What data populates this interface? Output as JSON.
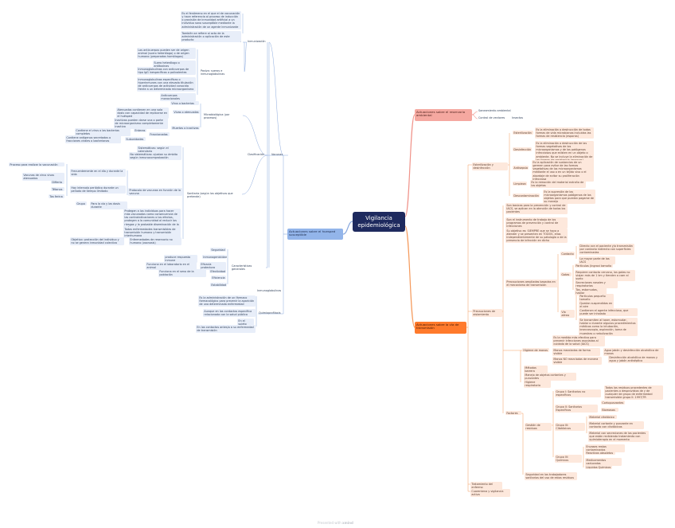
{
  "root": "Vigilancia epidemiológica",
  "susceptible": {
    "title": "Actuaciones sobre el huesped susceptible",
    "vacunas": "Vacunas",
    "inmunoglobulinas": "Inmunoglobulinas",
    "quimioprofilaxis": "Quimioprofilaxis",
    "inmunizacion": "Inmunización",
    "activa_vacunacion": "Activa: vacunación",
    "vacunacion_def": "Es el fenómeno en el que el de vacunación y hace referencia al proceso de inducción o provisión de inmunidad artificial a un individuo sano susceptible mediante la administración de un agente inmunizante",
    "vacunacion_def2": "También se refiere al acto de la administración o aplicación de este producto",
    "pasiva": "Pasiva: sueros e inmunoglobulinas",
    "pasiva_items": [
      "Los anticuerpos pueden ser de origen animal (suero heterólogo) o de origen humano (preparados homólogos)",
      "Suero heterólogo o antitoxinas",
      "Inmunoglobulinas con anticuerpos de tipo IgG inespecíficas o polivalentes",
      "Inmunoglobulinas específicas o hiperinmunes con una elevada titulación de anticuerpos de actividad conocida frente a un determinado microorganismo",
      "Anticuerpos monoclonales"
    ],
    "clasificacion": "Clasificación",
    "microbiologica": "Microbiológica (por procesos)",
    "virus_bacterias": "Virus o bacterias",
    "vivas": "Vivas o atenuadas",
    "vivas_desc": "Atenuados contienen en una sola dosis con capacidad de replicarse en el huésped",
    "muertas": "Muertas o inactivas",
    "muertas_desc": "Inactivas pueden darse una o parte de microorganismo completamente inactivo",
    "enteras": "Enteras",
    "enteras_desc": "Contiene el virus o las bacterias completas",
    "fraccionadas": "Fraccionadas",
    "subunidades": "Subunidades",
    "subunidades_desc": "Contiene antígenos secretados o fracciones virales o bacterianas",
    "sanitaria": "Sanitaria (según los objetivos que pretende)",
    "sistematicas": "Sistemáticas: según el calendario",
    "no_sistematicas": "No sistemáticas: ajustan su ámbito según inmunocomprobación",
    "protocolo_vacuna": "Protocolo de vacunas en función de la vacuna",
    "prot_items": [
      "Proceso para realizar la vacunación",
      "Hay que mezclar la vía de administración",
      "Vacunas de virus vivos atenuados",
      "Difteria",
      "Tétanos",
      "Tos ferina"
    ],
    "frecuencia_dias": "Frecuentemente en el día y durante la vida",
    "intervalo": "Hay intervalo periódico durante un periodo de tiempo limitado",
    "grupo": "Grupo",
    "grupo_desc": "Para la vía y las dosis durante",
    "proteger": "Protegen a los individuos para hacer más vacunados como consecuencia de las contraindicaciones o los efectos, protegen a la comunidad al reducir los riesgos y la probable diseminación de la enfermedad",
    "enfermedades_transmisibles": "Todas enfermedades transmisibles de transmisión humano y transmisión interhumana",
    "enfermedades_reservorio": "Enfermedades de reservorio no humano (zoonosis)",
    "objetivo_prot": "Objetivo: protección del individuo y no se genera inmunidad colectiva",
    "caracteristicas": "Características generales",
    "car_items": [
      "Seguridad",
      "Inmunogenicidad",
      "Eficacia protectora",
      "Efectividad",
      "Eficiencia",
      "Estabilidad"
    ],
    "car_desc": [
      "produce respuesta inmune",
      "Funciona en el laboratorio en el animal",
      "Funciona en el seno de la población"
    ],
    "quimio_items": [
      "Es la administración de un fármaco farmacológico para prevenir la aparición de una determinada enfermedad",
      "Aunque en los contactos específica relacionada con la salud pública",
      "En el sujeto",
      "En los contactos antes/o a su enfermedad de transmisión"
    ]
  },
  "reservorio": {
    "title": "Actuaciones sobre el reservorio ambiental",
    "items": [
      "Saneamiento ambiental",
      "Control de vectores",
      "Insectos"
    ]
  },
  "transmision": {
    "title": "Actuaciones sobre la vía de transmisión",
    "esterilizacion": "Esterilización y desinfección",
    "esteril_items": [
      {
        "label": "Esterilización",
        "desc": "Es la eliminación o destrucción de todas formas de vida microbianas incluidas las formas de resistencia (esporas)"
      },
      {
        "label": "Desinfección",
        "desc": "Es la eliminación o destrucción de las formas vegetativas de los microorganismos y de los patógenos infecciosos que existen en un objeto o ambiente. No se incluye la eliminación de las formas de resistencia (esporas)"
      },
      {
        "label": "Antisepsia",
        "desc": "Es la aplicación de sustancias de un germen para evitar de las formas vegetativas de los microorganismos mediante el uso o en un tejido vivo o el abordaje de evitar su proliferación infecciosa"
      },
      {
        "label": "Limpieza",
        "desc": "Es la remoción del material extraño de los objetos"
      },
      {
        "label": "Descontaminación",
        "desc": "Es la supresión de los microorganismos patógenos de los objetos para que puedan pagarse de su manejo"
      }
    ],
    "estandar_items": [
      "Son basicas para la prevención y control de IACS, se aplican en la atención de todos los pacientes",
      "Son el instrumento de trabajo de los programas de prevención y control de infecciones",
      "Su objetivo es: SIEMPRE que se haya a atender y se presenten en TODOS, ellos independientemente de su patología o de la presencia de infección en dicho"
    ],
    "aislamiento": "Precauciones de aislamiento",
    "precauciones_basadas": "Precauciones ampliadas basadas en el mecanismo de transmisión",
    "contacto": "Contacto",
    "contacto_items": [
      "Directo con el paciente y/o transmisión por contacto indirecto con superficies contaminadas",
      "La mayor parte de las IACS"
    ],
    "gotas": "Gotas",
    "gotas_items": [
      "Partículas (Ingravi tamaño",
      "Requiere contacto cercano, los gotas no viajan más de 1 km y tienden a caer al suelo",
      "Secreciones nasales y respiratorias",
      "Tos, estornudos, hablar"
    ],
    "aerea": "Vía aérea",
    "aerea_items": [
      "Partículas pequeño tamaño",
      "Quedan suspendidas en el aire",
      "Contienen el agente infeccioso, que puede ser inhalado",
      "Se transmiten al toser, estornudar, hablar o durante algunos procedimientos médicos como la intubación, broncoscopia, aspiración, toma de muestras o nebulización"
    ],
    "estandar": "Precauciones estándar",
    "higiene_manos": "Higiene de manos",
    "higiene_items": [
      "Es la medida más efectiva para prevenir infecciones asociadas al cuidado de la salud (IACS)",
      "Manos mezcladas de forma visible",
      "Manos NO mezcladas de manera visible"
    ],
    "higiene_desc": [
      "Agua jabón y desinfección alcohólica de manos",
      "Desinfección alcohólica de manos y agua y jabón antiséptico"
    ],
    "otros": [
      "Métodos barrera",
      "Manejo de objetos cortantes y punzantes",
      "Higiene respiratoria"
    ],
    "factores": "Factores",
    "gestion": "Gestión de residuos",
    "grupos": [
      {
        "label": "Grupo I: Sanitarios no específicos",
        "desc": "Todos los residuos procedentes de pacientes o desprovistos de y de cualquier de grupo de enfermedad transmisible grupo II: 1997/TR"
      },
      {
        "label": "Grupo II: Sanitarios Específicos",
        "desc": "Cortopunzantes, Biomasas"
      },
      {
        "label": "Grupo III: Citotóxicos",
        "desc": "Material citotóxico"
      },
      {
        "label": "Grupo IV: Químicos",
        "desc": "Restos medicamentos"
      }
    ],
    "grupo2_items": [
      "Cortopunzantes",
      "Biomasas"
    ],
    "grupo3_items": [
      "Material citotóxico",
      "Material cortante y punzante en contacto con citotóxicos",
      "Material con secreciones de los pacientes que están recibiendo tratamiento con quimioterapia en el momento"
    ],
    "grupo4_items": [
      "Envases restos contaminados",
      "Reactivos obsoletos",
      "Medicamentos caducados",
      "Líquidos Químicos"
    ],
    "seguridad": "Seguridad en los trabajadores sanitarios del uso de estos residuos",
    "tratamiento": "Tratamiento del enfermo",
    "cuarentena": "Cuarentena y vigilancia activa"
  },
  "watermark": {
    "prefix": "Presented with",
    "brand": "xmind"
  }
}
